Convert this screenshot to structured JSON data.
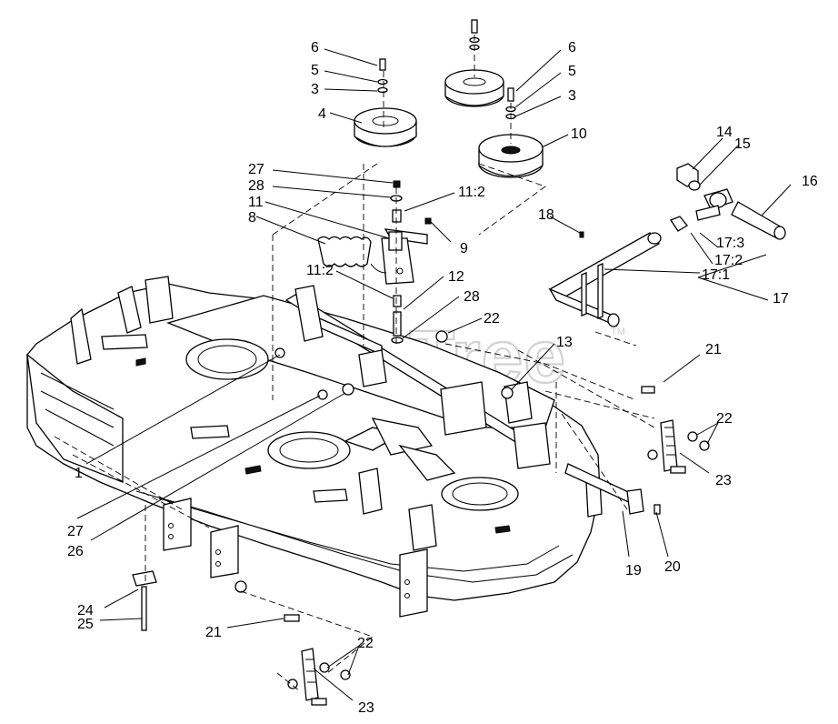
{
  "watermark": {
    "text": "PartsTree",
    "trademark": "TM"
  },
  "callouts": {
    "c1": "1",
    "c3a": "3",
    "c3b": "3",
    "c4": "4",
    "c5a": "5",
    "c5b": "5",
    "c6a": "6",
    "c6b": "6",
    "c8": "8",
    "c9": "9",
    "c10": "10",
    "c11": "11",
    "c11_2a": "11:2",
    "c11_2b": "11:2",
    "c12": "12",
    "c13": "13",
    "c14": "14",
    "c15": "15",
    "c16": "16",
    "c17": "17",
    "c17_1": "17:1",
    "c17_2": "17:2",
    "c17_3": "17:3",
    "c18": "18",
    "c19": "19",
    "c20": "20",
    "c21a": "21",
    "c21b": "21",
    "c22a": "22",
    "c22b": "22",
    "c22c": "22",
    "c23a": "23",
    "c23b": "23",
    "c24": "24",
    "c25": "25",
    "c26": "26",
    "c27a": "27",
    "c27b": "27",
    "c28a": "28",
    "c28b": "28"
  },
  "colors": {
    "ink": "#000000",
    "watermark": "#d2d2d2",
    "paper": "#ffffff"
  }
}
